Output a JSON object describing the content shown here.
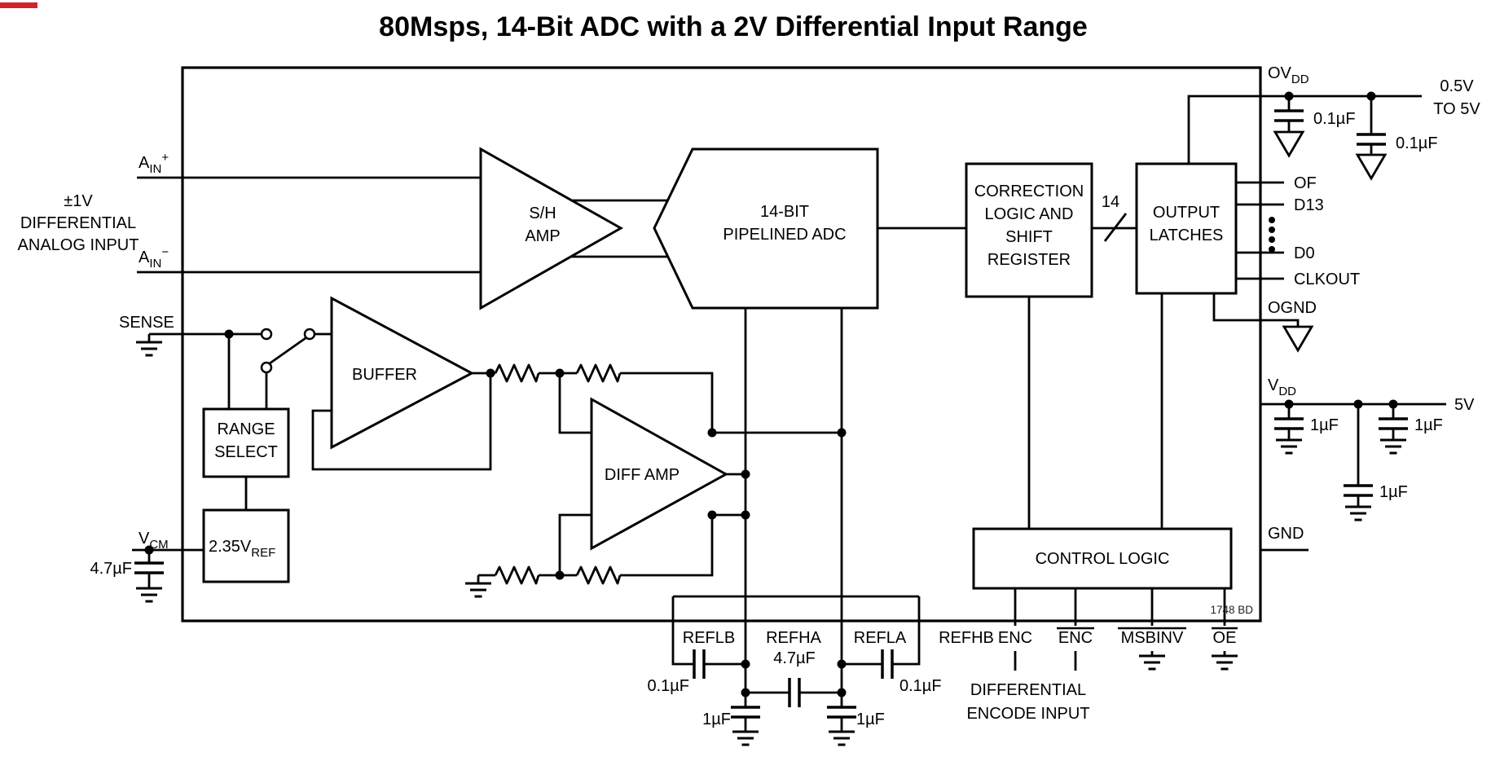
{
  "colors": {
    "accent_red": "#d1242b",
    "ink": "#000000",
    "background": "#ffffff"
  },
  "title": "80Msps, 14-Bit ADC with a 2V Differential Input Range",
  "footnote": "1748 BD",
  "blocks": {
    "sh_amp": {
      "l1": "S/H",
      "l2": "AMP"
    },
    "adc": {
      "l1": "14-BIT",
      "l2": "PIPELINED ADC"
    },
    "correction": {
      "l1": "CORRECTION",
      "l2": "LOGIC AND",
      "l3": "SHIFT",
      "l4": "REGISTER"
    },
    "latches": {
      "l1": "OUTPUT",
      "l2": "LATCHES"
    },
    "buffer": "BUFFER",
    "diff_amp": "DIFF AMP",
    "range_select": {
      "l1": "RANGE",
      "l2": "SELECT"
    },
    "vref": {
      "base": "2.35V",
      "sub": "REF"
    },
    "control": "CONTROL LOGIC",
    "bus_width": "14"
  },
  "left": {
    "ain_plus": {
      "base": "A",
      "sub": "IN",
      "sup": "+"
    },
    "ain_minus": {
      "base": "A",
      "sub": "IN",
      "sup": "−"
    },
    "input_note": {
      "l1": "±1V",
      "l2": "DIFFERENTIAL",
      "l3": "ANALOG INPUT"
    },
    "sense": "SENSE",
    "vcm": {
      "base": "V",
      "sub": "CM"
    },
    "vcm_cap": "4.7µF"
  },
  "right": {
    "ovdd": {
      "base": "OV",
      "sub": "DD"
    },
    "ovdd_range": {
      "l1": "0.5V",
      "l2": "TO 5V"
    },
    "ovdd_cap1": "0.1µF",
    "ovdd_cap2": "0.1µF",
    "of": "OF",
    "d13": "D13",
    "d0": "D0",
    "clkout": "CLKOUT",
    "ognd": "OGND",
    "vdd": {
      "base": "V",
      "sub": "DD"
    },
    "vdd_supply": "5V",
    "vdd_cap1": "1µF",
    "vdd_cap2": "1µF",
    "vdd_cap3": "1µF",
    "gnd": "GND"
  },
  "bottom": {
    "reflb": "REFLB",
    "refha": "REFHA",
    "refla": "REFLA",
    "refhb": "REFHB",
    "cap1": "0.1µF",
    "cap2": "4.7µF",
    "cap3": "0.1µF",
    "cap_a": "1µF",
    "cap_b": "1µF",
    "enc": "ENC",
    "enc_bar": "ENC",
    "msbinv": "MSBINV",
    "oe": "OE",
    "encode_note": {
      "l1": "DIFFERENTIAL",
      "l2": "ENCODE INPUT"
    }
  }
}
